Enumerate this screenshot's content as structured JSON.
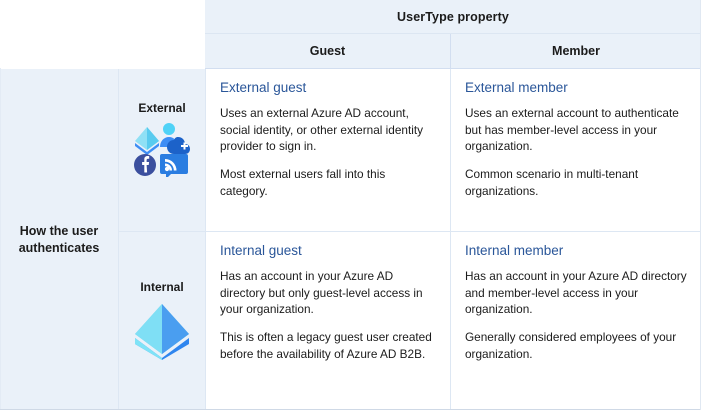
{
  "header": {
    "top_label": "UserType property",
    "guest_label": "Guest",
    "member_label": "Member"
  },
  "row_header": {
    "label": "How the user authenticates",
    "external_caption": "External",
    "internal_caption": "Internal"
  },
  "icons": {
    "external": [
      "azure-ad-pyramid-icon",
      "user-cloud-add-icon",
      "facebook-icon",
      "social-rss-icon"
    ],
    "internal": [
      "azure-ad-pyramid-icon"
    ]
  },
  "cells": {
    "external_guest": {
      "title": "External guest",
      "paragraphs": [
        "Uses an external Azure AD account, social identity, or other external identity provider to sign in.",
        "Most external users fall into this category."
      ]
    },
    "external_member": {
      "title": "External member",
      "paragraphs": [
        "Uses an external account to authenticate but has member-level access in your organization.",
        "Common scenario in multi-tenant organizations."
      ]
    },
    "internal_guest": {
      "title": "Internal guest",
      "paragraphs": [
        "Has an account in your Azure AD directory but only guest-level access in your organization.",
        "This is often a legacy guest user created before the availability of Azure AD B2B."
      ]
    },
    "internal_member": {
      "title": "Internal member",
      "paragraphs": [
        "Has an account in your Azure AD directory and member-level access in your organization.",
        "Generally considered employees of your organization."
      ]
    }
  },
  "colors": {
    "header_bg": "#eaf1f9",
    "title_blue": "#2a5699",
    "text": "#1b1b1b",
    "pyramid_light": "#8fe0f5",
    "pyramid_dark": "#3d8df5",
    "facebook": "#3b4f9e",
    "rss": "#2a7de1"
  }
}
